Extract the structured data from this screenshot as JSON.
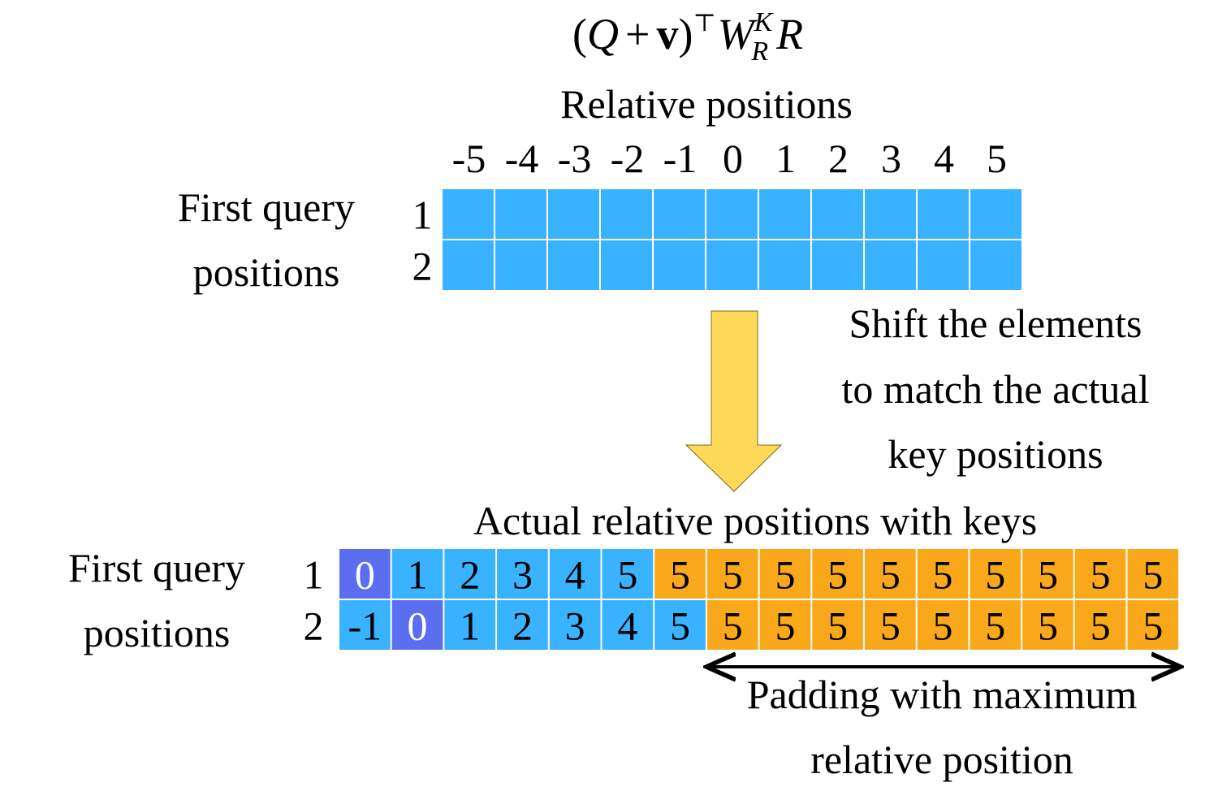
{
  "formula": {
    "open": "(",
    "q": "Q",
    "plus": "+",
    "v": "v",
    "close": ")",
    "transpose": "⊤",
    "w": "W",
    "w_sup": "K",
    "w_sub": "R",
    "r": "R"
  },
  "top": {
    "title": "Relative positions",
    "column_labels": [
      "-5",
      "-4",
      "-3",
      "-2",
      "-1",
      "0",
      "1",
      "2",
      "3",
      "4",
      "5"
    ],
    "row_labels": [
      "1",
      "2"
    ],
    "side_label_line1": "First query",
    "side_label_line2": "positions",
    "cell_color": "#39b3ff"
  },
  "shift_note": {
    "lines": [
      "Shift the elements",
      "to match the actual",
      "key positions"
    ],
    "arrow_color": "#fdd957"
  },
  "bottom": {
    "title": "Actual relative positions with keys",
    "row_labels": [
      "1",
      "2"
    ],
    "side_label_line1": "First query",
    "side_label_line2": "positions",
    "rows": [
      [
        "0",
        "1",
        "2",
        "3",
        "4",
        "5",
        "5",
        "5",
        "5",
        "5",
        "5",
        "5",
        "5",
        "5",
        "5",
        "5"
      ],
      [
        "-1",
        "0",
        "1",
        "2",
        "3",
        "4",
        "5",
        "5",
        "5",
        "5",
        "5",
        "5",
        "5",
        "5",
        "5",
        "5"
      ]
    ],
    "cell_types": [
      [
        "self",
        "rel",
        "rel",
        "rel",
        "rel",
        "rel",
        "pad",
        "pad",
        "pad",
        "pad",
        "pad",
        "pad",
        "pad",
        "pad",
        "pad",
        "pad"
      ],
      [
        "rel",
        "self",
        "rel",
        "rel",
        "rel",
        "rel",
        "rel",
        "pad",
        "pad",
        "pad",
        "pad",
        "pad",
        "pad",
        "pad",
        "pad",
        "pad"
      ]
    ],
    "colors": {
      "rel": "#39b3ff",
      "self": "#5b6ef0",
      "pad": "#f9a81c"
    }
  },
  "padding_note": {
    "lines": [
      "Padding with maximum",
      "relative position"
    ]
  }
}
